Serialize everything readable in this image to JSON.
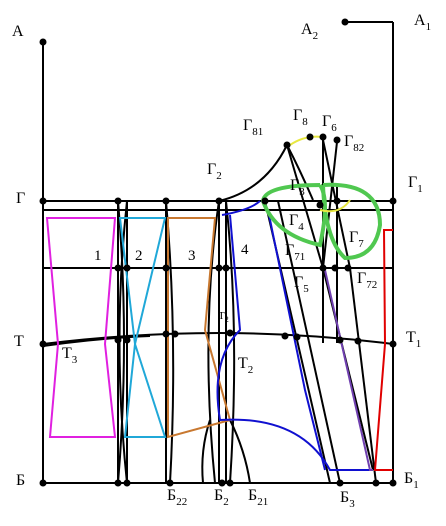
{
  "labels": {
    "A": "A",
    "A1": {
      "base": "A",
      "sub": "1"
    },
    "A2": {
      "base": "A",
      "sub": "2"
    },
    "G": "Г",
    "G1": {
      "base": "Г",
      "sub": "1"
    },
    "G2": {
      "base": "Г",
      "sub": "2"
    },
    "G3": {
      "base": "Г",
      "sub": "3"
    },
    "G4": {
      "base": "Г",
      "sub": "4"
    },
    "G5": {
      "base": "Г",
      "sub": "5"
    },
    "G6": {
      "base": "Г",
      "sub": "6"
    },
    "G7": {
      "base": "Г",
      "sub": "7"
    },
    "G8": {
      "base": "Г",
      "sub": "8"
    },
    "G71": {
      "base": "Г",
      "sub": "71"
    },
    "G72": {
      "base": "Г",
      "sub": "72"
    },
    "G81": {
      "base": "Г",
      "sub": "81"
    },
    "G82": {
      "base": "Г",
      "sub": "82"
    },
    "T": "Т",
    "T1": {
      "base": "Т",
      "sub": "1"
    },
    "T2": {
      "base": "Т",
      "sub": "2"
    },
    "T2_small": {
      "base": "Т",
      "sub": "2"
    },
    "T3": {
      "base": "Т",
      "sub": "3"
    },
    "B": "Б",
    "B1": {
      "base": "Б",
      "sub": "1"
    },
    "B2": {
      "base": "Б",
      "sub": "2"
    },
    "B3": {
      "base": "Б",
      "sub": "3"
    },
    "B21": {
      "base": "Б",
      "sub": "21"
    },
    "B22": {
      "base": "Б",
      "sub": "22"
    }
  },
  "panel_numbers": [
    "1",
    "2",
    "3",
    "4"
  ],
  "colors": {
    "outline": "#000000",
    "panel1": "#e020e0",
    "panel2": "#20a8d8",
    "panel3": "#c87830",
    "blue": "#1010d0",
    "purple": "#7040b0",
    "red": "#e00000",
    "green": "#50c850",
    "yellow": "#e8e840",
    "background": "#ffffff"
  }
}
